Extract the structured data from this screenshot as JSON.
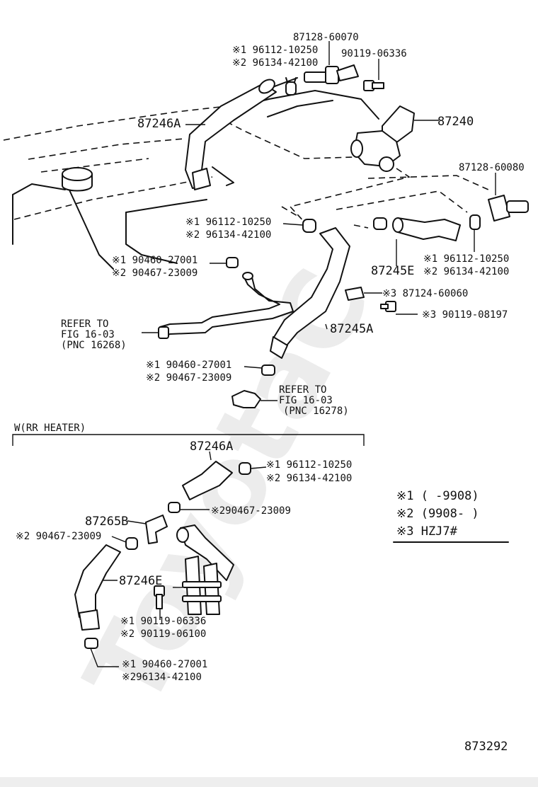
{
  "watermark": "ToyotaC",
  "labels": {
    "p87128_60070": "87128-60070",
    "n1_96112_10250_a": "※1 96112-10250",
    "n2_96134_42100_a": "※2 96134-42100",
    "p90119_06336_a": "90119-06336",
    "p87246A_a": "87246A",
    "p87240": "87240",
    "p87128_60080": "87128-60080",
    "n1_96112_10250_b": "※1 96112-10250",
    "n2_96134_42100_b": "※2 96134-42100",
    "n1_96112_10250_c": "※1 96112-10250",
    "n2_96134_42100_c": "※2 96134-42100",
    "n1_90460_27001_a": "※1 90460-27001",
    "n2_90467_23009_a": "※2 90467-23009",
    "p87245E": "87245E",
    "n3_87124_60060": "※3 87124-60060",
    "n3_90119_08197": "※3 90119-08197",
    "refer_a_1": "REFER TO",
    "refer_a_2": "FIG 16-03",
    "refer_a_3": "(PNC 16268)",
    "p87245A": "87245A",
    "n1_90460_27001_b": "※1 90460-27001",
    "n2_90467_23009_b": "※2 90467-23009",
    "refer_b_1": "REFER TO",
    "refer_b_2": "FIG 16-03",
    "refer_b_3": "(PNC 16278)",
    "section_title": "W(RR HEATER)",
    "p87246A_b": "87246A",
    "n1_96112_10250_d": "※1 96112-10250",
    "n2_96134_42100_d": "※2 96134-42100",
    "n2_90467_23009_c": "※290467-23009",
    "p87265B": "87265B",
    "n2_90467_23009_d": "※2 90467-23009",
    "p87246E": "87246E",
    "n1_90119_06336": "※1 90119-06336",
    "n2_90119_06100": "※2 90119-06100",
    "n1_90460_27001_c": "※1 90460-27001",
    "n2_96134_42100_e": "※296134-42100",
    "legend_1": "※1  (      -9908)",
    "legend_2": "※2  (9908-      )",
    "legend_3": "※3  HZJ7#",
    "diagram_id": "873292"
  }
}
